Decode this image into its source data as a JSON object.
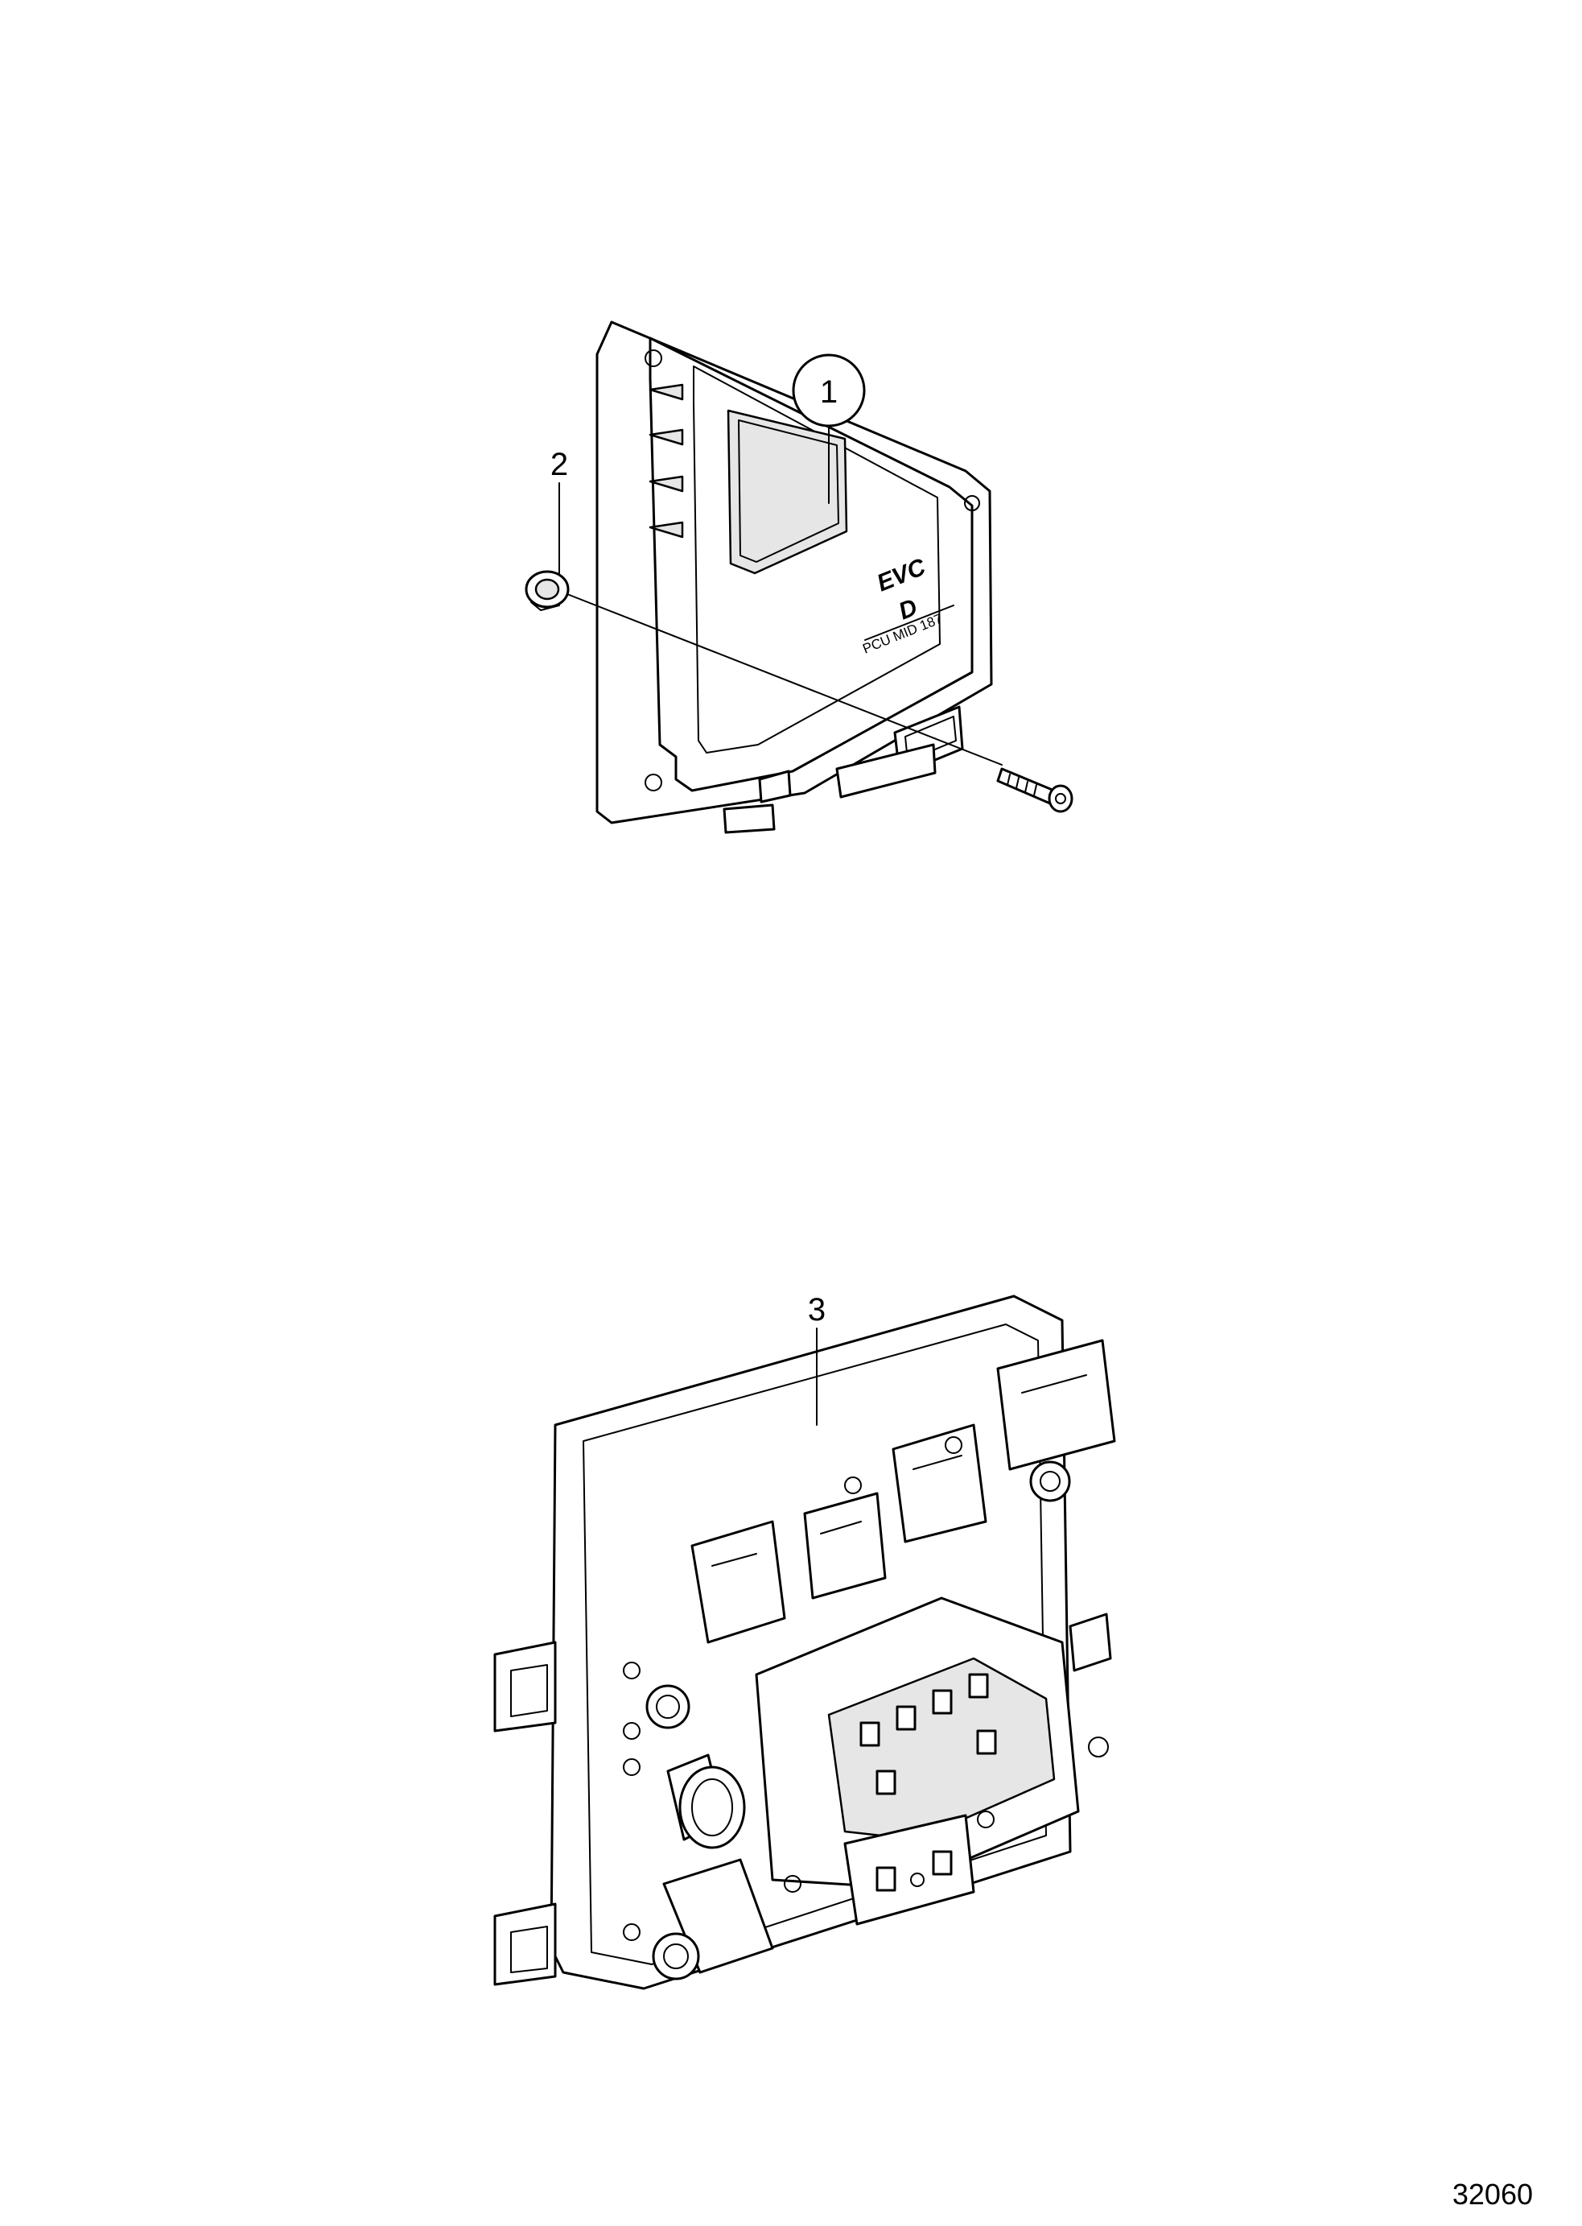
{
  "callouts": {
    "item1": "1",
    "item2": "2",
    "item3": "3"
  },
  "unit_markings": {
    "logo_line1": "EVC",
    "logo_line2": "D",
    "model_text": "PCU MID 187"
  },
  "drawing_number": "32060",
  "colors": {
    "line": "#000000",
    "background": "#ffffff",
    "shade": "#e6e6e6"
  }
}
